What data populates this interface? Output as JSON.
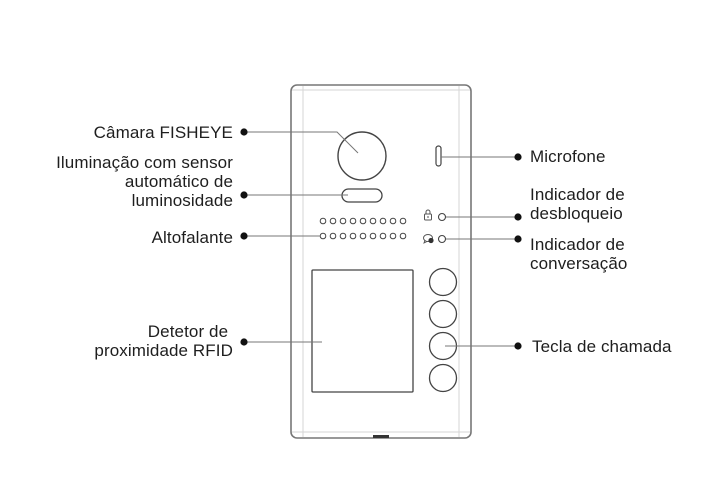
{
  "diagram": {
    "title": "Intercom panel components",
    "labels_left": {
      "camera": "Câmara FISHEYE",
      "illumination": "Iluminação com sensor\nautomático de\nluminosidade",
      "speaker": "Altofalante",
      "rfid": "Detetor de \nproximidade RFID"
    },
    "labels_right": {
      "microphone": "Microfone",
      "unlock_indicator": "Indicador de\ndesbloqueio",
      "talk_indicator": "Indicador de\nconversação",
      "call_button": "Tecla de chamada"
    },
    "icons": {
      "unlock": "lock-icon",
      "talk": "speech-bubble-icon"
    },
    "call_buttons_count": 4,
    "speaker_holes_per_row": 9,
    "speaker_rows": 2,
    "colors": {
      "line": "#555555",
      "guide": "#cccccc",
      "dot": "#111111",
      "text": "#1e1e1e"
    }
  }
}
